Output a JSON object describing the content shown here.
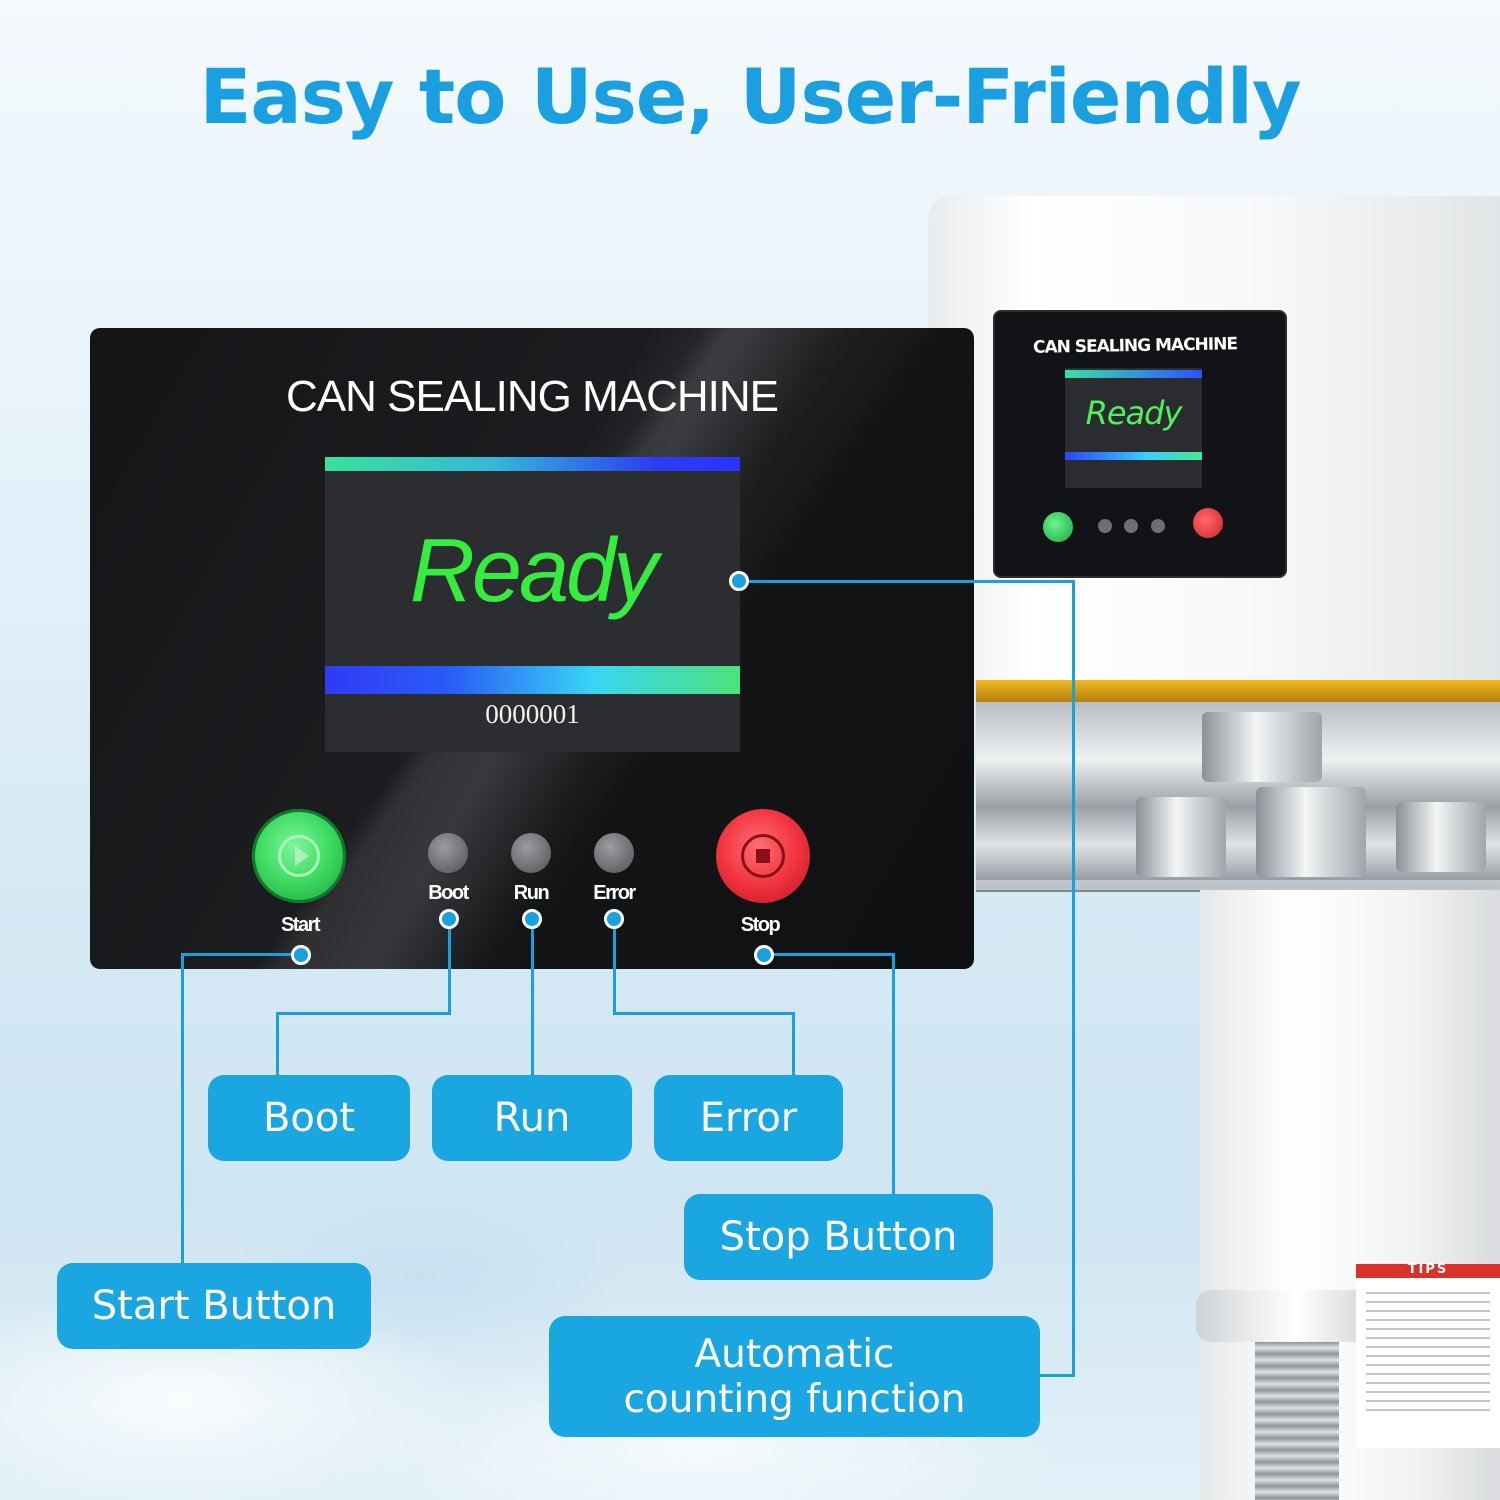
{
  "headline": "Easy to Use, User-Friendly",
  "panel": {
    "title": "CAN SEALING MACHINE",
    "status": "Ready",
    "count": "0000001",
    "labels": {
      "start": "Start",
      "boot": "Boot",
      "run": "Run",
      "error": "Error",
      "stop": "Stop"
    }
  },
  "small_panel": {
    "title": "CAN SEALING MACHINE",
    "status": "Ready"
  },
  "callouts": {
    "boot": "Boot",
    "run": "Run",
    "error": "Error",
    "stop_button": "Stop Button",
    "start_button": "Start Button",
    "counting_line1": "Automatic",
    "counting_line2": "counting function"
  },
  "tips_label": "TIPS",
  "colors": {
    "accent": "#1aa6e0",
    "ready_text": "#35ec3f",
    "start_button": "#3fdc63",
    "stop_button": "#f23440"
  }
}
